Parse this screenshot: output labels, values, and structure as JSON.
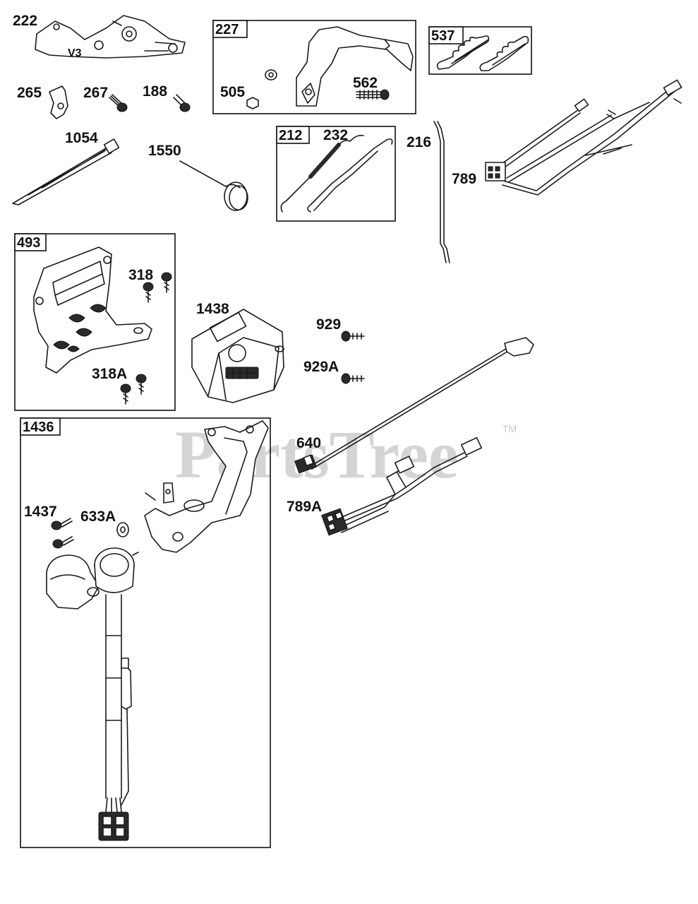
{
  "watermark": {
    "text": "PartsTree",
    "trademark": "TM"
  },
  "callouts": {
    "p222": "222",
    "p265": "265",
    "p267": "267",
    "p188": "188",
    "p1054": "1054",
    "p1550": "1550",
    "p505": "505",
    "p562": "562",
    "p232": "232",
    "p216": "216",
    "p789": "789",
    "p318": "318",
    "p318a": "318A",
    "p1438": "1438",
    "p929": "929",
    "p929a": "929A",
    "p640": "640",
    "p789a": "789A",
    "p1437": "1437",
    "p633a": "633A",
    "v3": "V3"
  },
  "groups": {
    "g227": "227",
    "g537": "537",
    "g212": "212",
    "g493": "493",
    "g1436": "1436"
  }
}
